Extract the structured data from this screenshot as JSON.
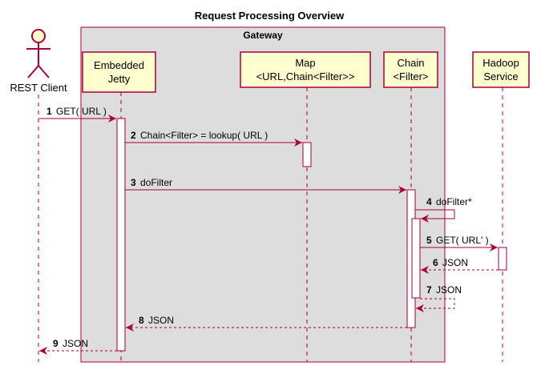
{
  "title": "Request Processing Overview",
  "group_label": "Gateway",
  "participants": {
    "client": {
      "label": "REST Client"
    },
    "jetty": {
      "line1": "Embedded",
      "line2": "Jetty"
    },
    "map": {
      "line1": "Map",
      "line2": "<URL,Chain<Filter>>"
    },
    "chain": {
      "line1": "Chain",
      "line2": "<Filter>"
    },
    "hadoop": {
      "line1": "Hadoop",
      "line2": "Service"
    }
  },
  "messages": [
    {
      "num": "1",
      "text": "GET( URL )"
    },
    {
      "num": "2",
      "text": "Chain<Filter> = lookup( URL )"
    },
    {
      "num": "3",
      "text": "doFilter"
    },
    {
      "num": "4",
      "text": "doFilter*"
    },
    {
      "num": "5",
      "text": "GET( URL' )"
    },
    {
      "num": "6",
      "text": "JSON"
    },
    {
      "num": "7",
      "text": "JSON"
    },
    {
      "num": "8",
      "text": "JSON"
    },
    {
      "num": "9",
      "text": "JSON"
    }
  ],
  "colors": {
    "accent": "#a80036",
    "participant_fill": "#fefece",
    "group_fill": "#dddddd",
    "group_border": "#a80036",
    "lifeline": "#a80036"
  }
}
